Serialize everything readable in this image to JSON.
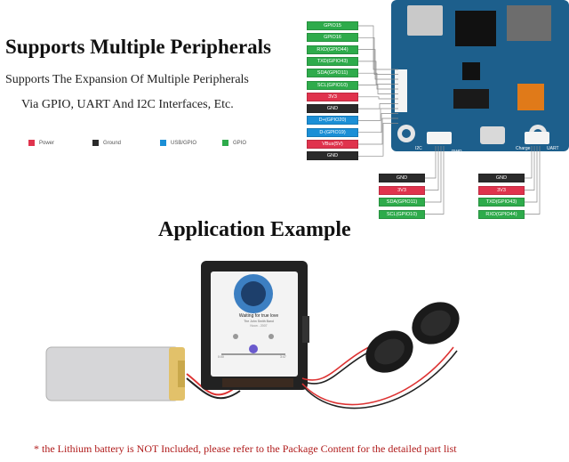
{
  "heading_main": "Supports Multiple Peripherals",
  "subtitle_line1": "Supports The Expansion Of Multiple Peripherals",
  "subtitle_line2": "Via GPIO, UART And I2C Interfaces, Etc.",
  "legend": [
    {
      "label": "Power",
      "color": "#e0334d"
    },
    {
      "label": "Ground",
      "color": "#2b2b2b"
    },
    {
      "label": "USB/GPIO",
      "color": "#1b8fd6"
    },
    {
      "label": "GPIO",
      "color": "#2eab4b"
    }
  ],
  "left_pins": [
    {
      "label": "GPIO15",
      "color": "#2eab4b"
    },
    {
      "label": "GPIO16",
      "color": "#2eab4b"
    },
    {
      "label": "RXD(GPIO44)",
      "color": "#2eab4b"
    },
    {
      "label": "TXD(GPIO43)",
      "color": "#2eab4b"
    },
    {
      "label": "SDA(GPIO11)",
      "color": "#2eab4b"
    },
    {
      "label": "SCL(GPIO10)",
      "color": "#2eab4b"
    },
    {
      "label": "3V3",
      "color": "#e0334d"
    },
    {
      "label": "GND",
      "color": "#2b2b2b"
    },
    {
      "label": "D+(GPIO20)",
      "color": "#1b8fd6"
    },
    {
      "label": "D-(GPIO19)",
      "color": "#1b8fd6"
    },
    {
      "label": "VBus(5V)",
      "color": "#e0334d"
    },
    {
      "label": "GND",
      "color": "#2b2b2b"
    }
  ],
  "i2c_pins": [
    {
      "label": "GND",
      "color": "#2b2b2b"
    },
    {
      "label": "3V3",
      "color": "#e0334d"
    },
    {
      "label": "SDA(GPIO11)",
      "color": "#2eab4b"
    },
    {
      "label": "SCL(GPIO10)",
      "color": "#2eab4b"
    }
  ],
  "uart_pins": [
    {
      "label": "GND",
      "color": "#2b2b2b"
    },
    {
      "label": "3V3",
      "color": "#e0334d"
    },
    {
      "label": "TXD(GPIO43)",
      "color": "#2eab4b"
    },
    {
      "label": "RXD(GPIO44)",
      "color": "#2eab4b"
    }
  ],
  "board_labels": {
    "i2c": "I2C",
    "pwr": "PWR",
    "charge": "Charge",
    "uart": "UART"
  },
  "heading_app": "Application Example",
  "device": {
    "song_title": "Waiting for true love",
    "song_sub": "The John Smith Band",
    "song_album": "Noon - 2007",
    "time_start": "0:00",
    "time_end": "3:47"
  },
  "footnote": "* the Lithium battery is NOT Included, please refer to the Package Content for the detailed part list"
}
